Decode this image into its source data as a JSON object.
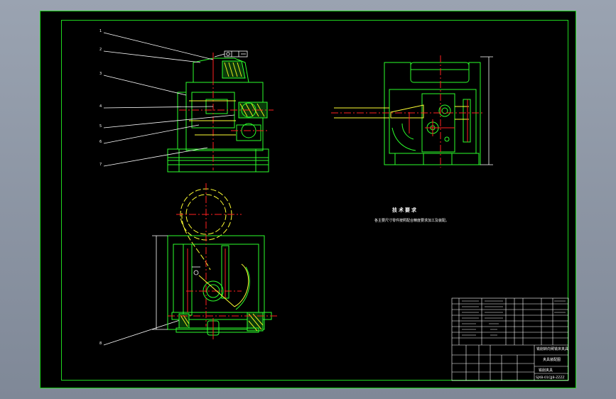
{
  "colors": {
    "background": "#000000",
    "frame": "#1fd61f",
    "outline": "#2cff2c",
    "centerline": "#ff2020",
    "dimension": "#ffffff",
    "hatch": "#e8e820",
    "hidden": "#ffff33"
  },
  "drawing": {
    "requirements_title": "技术要求",
    "requirements_text": "各主要尺寸零件按照配合精度要求加工及装配。",
    "leader_numbers": [
      "1",
      "2",
      "3",
      "4",
      "5",
      "6",
      "7",
      "8"
    ]
  },
  "title_block": {
    "name": "铣削转向臂铣床夹具",
    "subtitle": "夹具装配图",
    "assembly": "铣削夹具",
    "code": "SJXB-01CJJB-ZZZZ"
  }
}
